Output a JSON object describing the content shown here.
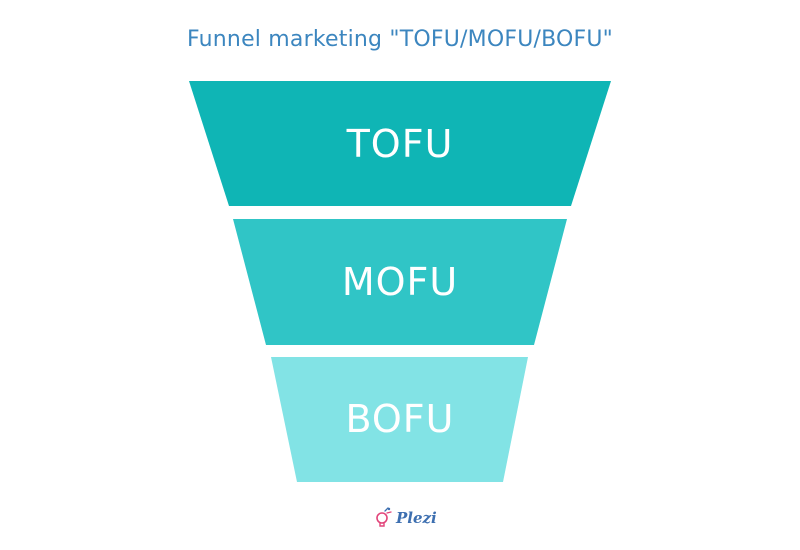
{
  "title": "Funnel marketing \"TOFU/MOFU/BOFU\"",
  "stages": [
    {
      "label": "TOFU",
      "color": "#0fb5b5"
    },
    {
      "label": "MOFU",
      "color": "#30c5c6"
    },
    {
      "label": "BOFU",
      "color": "#82e3e5"
    }
  ],
  "logo": {
    "text": "Plezi",
    "icon": "bulb-icon",
    "icon_color": "#e2457a"
  }
}
